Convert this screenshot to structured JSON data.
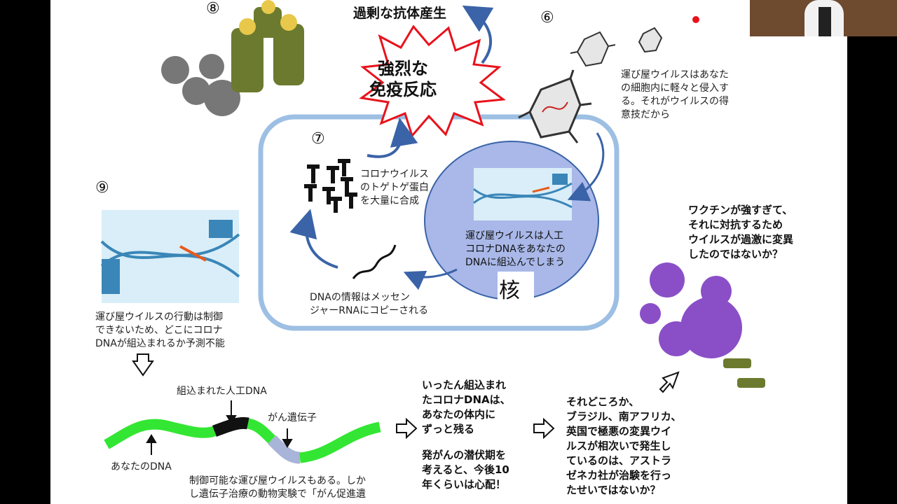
{
  "steps": {
    "s6": "⑥",
    "s7": "⑦",
    "s8": "⑧",
    "s9": "⑨"
  },
  "headline": "過剰な抗体産生",
  "burst": {
    "line1": "強烈な",
    "line2": "免疫反応"
  },
  "nucleus_label": "核",
  "text_invasion": "運び屋ウイルスはあなた\nの細胞内に軽々と侵入す\nる。それがウイルスの得\n意技だから",
  "text_spike": "コロナウイルス\nのトゲトゲ蛋白\nを大量に合成",
  "text_nucleus": "運び屋ウイルスは人工\nコロナDNAをあなたの\nDNAに組込んでしまう",
  "text_mrna": "DNAの情報はメッセン\nジャーRNAにコピーされる",
  "text_uncontrolled": "運び屋ウイルスの行動は制御\nできないため、どこにコロナ\nDNAが組込まれるか予測不能",
  "label_artificial_dna": "組込まれた人工DNA",
  "label_cancer_gene": "がん遺伝子",
  "label_your_dna": "あなたのDNA",
  "text_controlled": "制御可能な運び屋ウイルスもある。しか\nし遺伝子治療の動物実験で「がん促進遺",
  "text_remain": "いったん組込まれ\nたコロナDNAは、\nあなたの体内に\nずっと残る",
  "text_latency": "発がんの潜伏期を\n考えると、今後10\n年くらいは心配！",
  "text_variants": "それどころか、\nブラジル、南アフリカ、\n英国で極悪の変異ウイ\nルスが相次いで発生し\nているのは、アストラ\nゼネカ社が治験を行っ\nたせいではないか？",
  "text_vaccine": "ワクチンが強すぎて、\nそれに対抗するため\nウイルスが過激に変異\nしたのではないか？",
  "colors": {
    "cell": "#9dbfe3",
    "nucleus": "#a9b8e8",
    "dna_green": "#33e633",
    "cancer_gene": "#a8b4d8",
    "virus_purple": "#8a4fc7",
    "burst_red": "#e8121b",
    "arrow_blue": "#3a63a8"
  }
}
